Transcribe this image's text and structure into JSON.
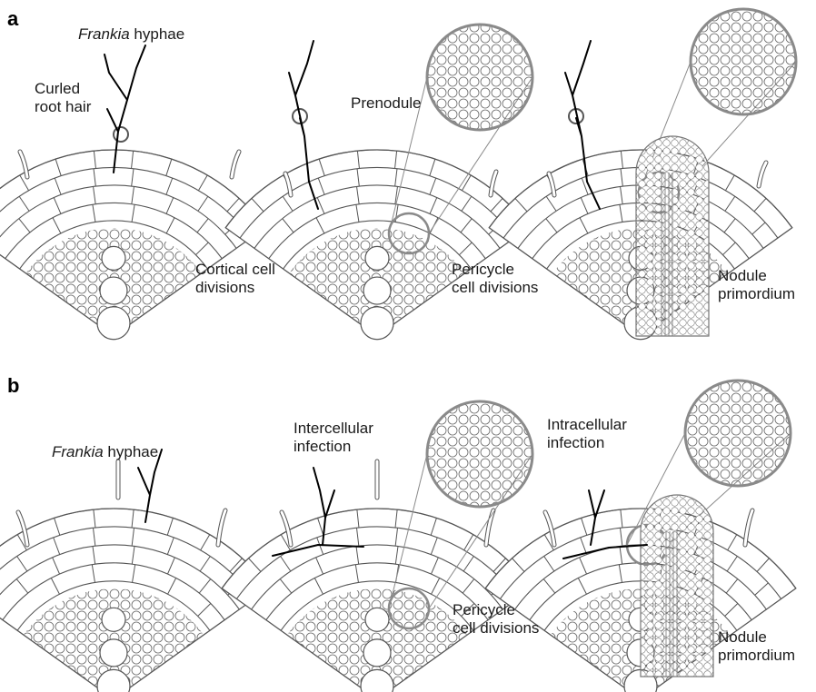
{
  "panels": {
    "a": {
      "letter": "a",
      "frankia_label_italic": "Frankia",
      "frankia_label_rest": " hyphae",
      "curled_root_hair": [
        "Curled",
        "root hair"
      ],
      "prenodule": "Prenodule",
      "cortical_cell_divisions": [
        "Cortical cell",
        "divisions"
      ],
      "pericycle_cell_divisions": [
        "Pericycle",
        "cell divisions"
      ],
      "nodule_primordium": [
        "Nodule",
        "primordium"
      ]
    },
    "b": {
      "letter": "b",
      "frankia_label_italic": "Frankia",
      "frankia_label_rest": " hyphae",
      "intercellular_infection": [
        "Intercellular",
        "infection"
      ],
      "intracellular_infection": [
        "Intracellular",
        "infection"
      ],
      "pericycle_cell_divisions": [
        "Pericycle",
        "cell divisions"
      ],
      "nodule_primordium": [
        "Nodule",
        "primordium"
      ]
    }
  },
  "colors": {
    "line": "#555555",
    "hyphae": "#000000",
    "magnifier": "#8a8a8a",
    "primordium": "#777777"
  }
}
